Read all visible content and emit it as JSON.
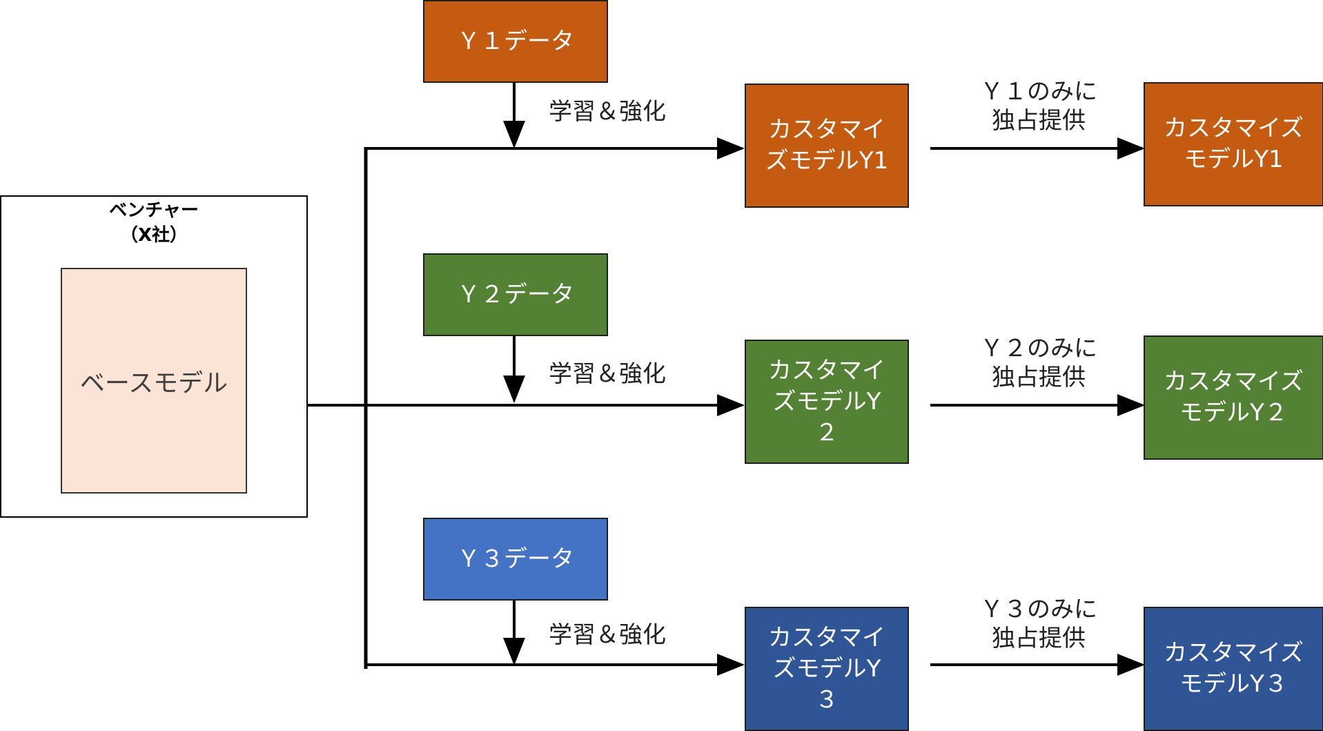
{
  "colors": {
    "y1": "#c55a11",
    "y2": "#548235",
    "y3_data": "#4472c4",
    "y3_model": "#2f5597",
    "base_model_fill": "#fbe3d6",
    "line": "#000000"
  },
  "venture": {
    "title": "ベンチャー\n（X社）",
    "base_model": "ベースモデル"
  },
  "branches": [
    {
      "data_label": "Ｙ１データ",
      "process_label": "学習＆強化",
      "custom_model": "カスタマイ\nズモデルY1",
      "provide_label": "Ｙ１のみに\n独占提供",
      "delivered_model": "カスタマイズ\nモデルY1"
    },
    {
      "data_label": "Ｙ２データ",
      "process_label": "学習＆強化",
      "custom_model": "カスタマイ\nズモデルY\n２",
      "provide_label": "Ｙ２のみに\n独占提供",
      "delivered_model": "カスタマイズ\nモデルY２"
    },
    {
      "data_label": "Ｙ３データ",
      "process_label": "学習＆強化",
      "custom_model": "カスタマイ\nズモデルY\n３",
      "provide_label": "Ｙ３のみに\n独占提供",
      "delivered_model": "カスタマイズ\nモデルY３"
    }
  ]
}
